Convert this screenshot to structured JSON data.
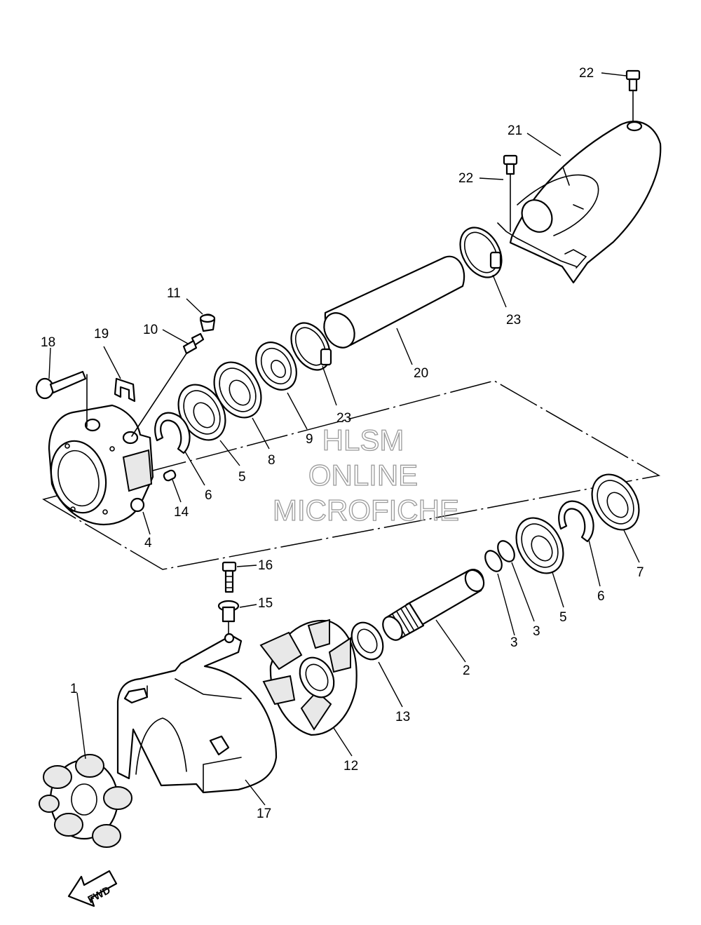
{
  "callouts": {
    "c1": "1",
    "c2": "2",
    "c3a": "3",
    "c3b": "3",
    "c4": "4",
    "c5a": "5",
    "c5b": "5",
    "c6a": "6",
    "c6b": "6",
    "c7": "7",
    "c8": "8",
    "c9": "9",
    "c10": "10",
    "c11": "11",
    "c12": "12",
    "c13": "13",
    "c14": "14",
    "c15": "15",
    "c16": "16",
    "c17": "17",
    "c18": "18",
    "c19": "19",
    "c20": "20",
    "c21": "21",
    "c22a": "22",
    "c22b": "22",
    "c23a": "23",
    "c23b": "23"
  },
  "watermark": {
    "line1": "HLSM",
    "line2": "ONLINE",
    "line3": "MICROFICHE"
  },
  "direction_marker": {
    "label": "FWD"
  }
}
